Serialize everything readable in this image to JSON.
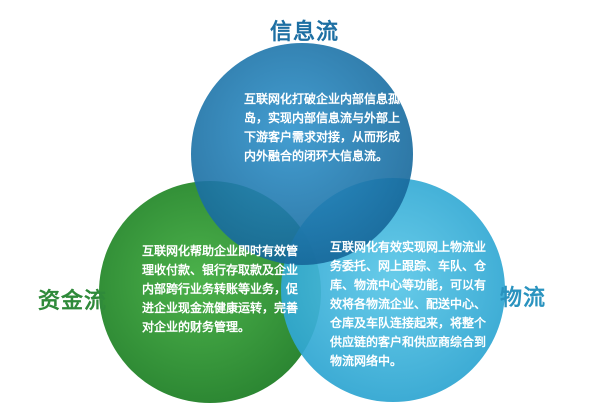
{
  "labels": {
    "info_flow": "信息流",
    "capital_flow": "资金流",
    "logistics_flow": "物流"
  },
  "descriptions": {
    "info_flow": "互联网化打破企业内部信息孤岛，实现内部信息流与外部上下游客户需求对接，从而形成内外融合的闭环大信息流。",
    "capital_flow": "互联网化帮助企业即时有效管理收付款、银行存取款及企业内部跨行业务转账等业务，促进企业现金流健康运转，完善对企业的财务管理。",
    "logistics_flow": "互联网化有效实现网上物流业务委托、网上跟踪、车队、仓库、物流中心等功能，可以有效将各物流企业、配送中心、仓库及车队连接起来，将整个供应链的客户和供应商综合到物流网络中。"
  },
  "colors": {
    "info_circle": "#1c7db5",
    "capital_circle": "#3a9e3d",
    "logistics_circle": "#3fb7dd",
    "info_label": "#1d6fa3",
    "capital_label": "#2f8a3a",
    "logistics_label": "#2a93bf"
  }
}
